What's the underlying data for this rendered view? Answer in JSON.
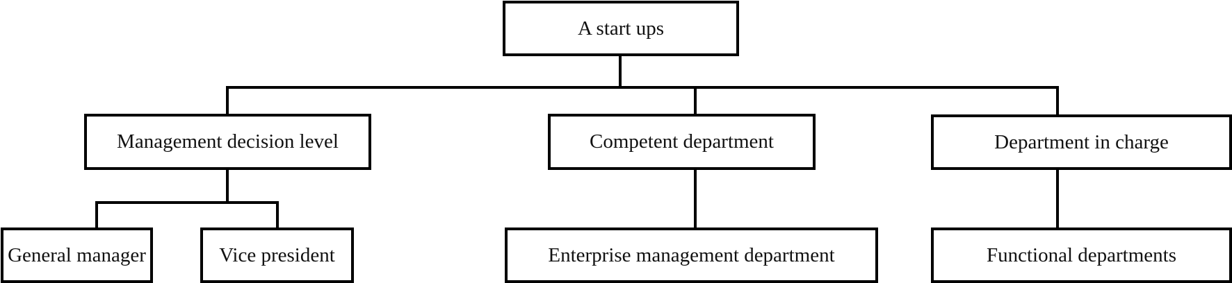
{
  "diagram": {
    "type": "org-chart",
    "root": {
      "label": "A start ups"
    },
    "level1": [
      {
        "label": "Management decision level"
      },
      {
        "label": "Competent department"
      },
      {
        "label": "Department in charge"
      }
    ],
    "level2": [
      {
        "label": "General manager",
        "parent": "Management decision level"
      },
      {
        "label": "Vice president",
        "parent": "Management decision level"
      },
      {
        "label": "Enterprise management department",
        "parent": "Competent department"
      },
      {
        "label": "Functional departments",
        "parent": "Department in charge"
      }
    ],
    "colors": {
      "line": "#000000",
      "box_fill": "#ffffff",
      "text": "#111111"
    }
  }
}
